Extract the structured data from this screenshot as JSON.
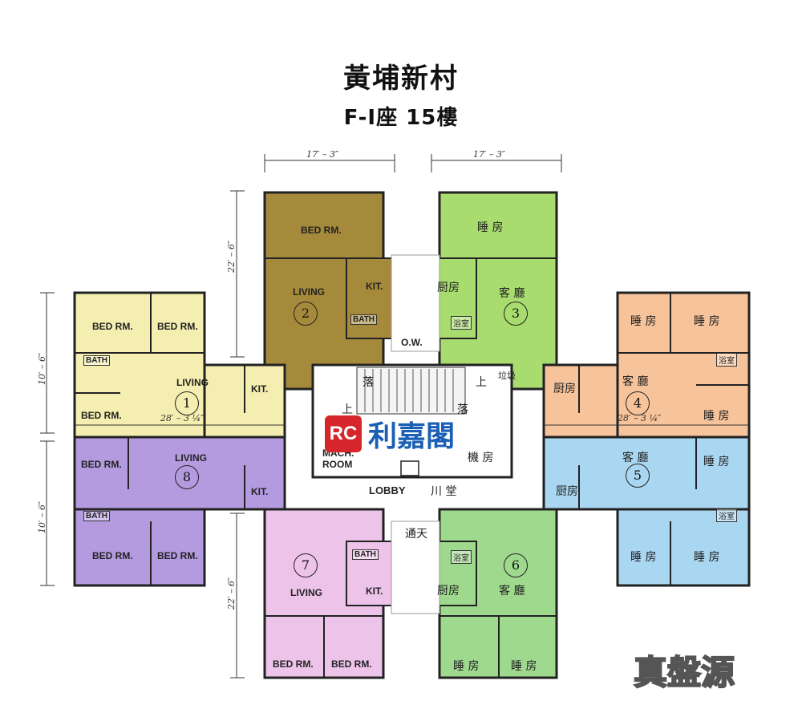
{
  "title": "黃埔新村",
  "subtitle": "F-I座 15樓",
  "dimensions": {
    "top_left": "17′ – 3″",
    "top_right": "17′ – 3″",
    "left_upper": "10′ – 6″",
    "left_lower": "10′ – 6″",
    "vertical_top": "22′ – 6″",
    "vertical_bottom": "22′ – 6″",
    "unit1_width": "28′ – 3 ¼″",
    "unit4_width": "28′ – 3 ¼″"
  },
  "units": {
    "u1": {
      "number": "1",
      "color": "#f4efb0",
      "living": "LIVING",
      "bed1": "BED RM.",
      "bed2": "BED RM.",
      "bed3": "BED RM.",
      "bath": "BATH",
      "kit": "KIT."
    },
    "u2": {
      "number": "2",
      "color": "#a68a3c",
      "bed": "BED RM.",
      "living": "LIVING",
      "kit": "KIT.",
      "bath": "BATH"
    },
    "u3": {
      "number": "3",
      "color": "#a9dc6e",
      "bed": "睡 房",
      "living": "客 廳",
      "kit": "厨房",
      "bath": "浴室"
    },
    "u4": {
      "number": "4",
      "color": "#f7c39a",
      "bed1": "睡 房",
      "bed2": "睡 房",
      "bed3": "睡 房",
      "living": "客 廳",
      "kit": "厨房",
      "bath": "浴室"
    },
    "u5": {
      "number": "5",
      "color": "#a9d6f0",
      "bed1": "睡 房",
      "bed2": "睡 房",
      "bed3": "睡 房",
      "living": "客 廳",
      "kit": "厨房",
      "bath": "浴室"
    },
    "u6": {
      "number": "6",
      "color": "#9fd98e",
      "bed1": "睡 房",
      "bed2": "睡 房",
      "living": "客 廳",
      "kit": "厨房",
      "bath": "浴室"
    },
    "u7": {
      "number": "7",
      "color": "#eec3ea",
      "bed1": "BED RM.",
      "bed2": "BED RM.",
      "living": "LIVING",
      "kit": "KIT.",
      "bath": "BATH"
    },
    "u8": {
      "number": "8",
      "color": "#b49be0",
      "bed1": "BED RM.",
      "bed2": "BED RM.",
      "bed3": "BED RM.",
      "living": "LIVING",
      "kit": "KIT.",
      "bath": "BATH"
    }
  },
  "core": {
    "ow": "O.W.",
    "lobby": "LOBBY",
    "lobby_cn": "川 堂",
    "light_well": "通天",
    "machine_room": "MACH. ROOM",
    "machine_room_cn": "機 房",
    "down1": "落",
    "up1": "上",
    "down2": "落",
    "up2": "上",
    "refuse": "垃圾"
  },
  "watermark": {
    "logo": "RC",
    "text": "利嘉閣"
  },
  "corner_brand": "真盤源"
}
